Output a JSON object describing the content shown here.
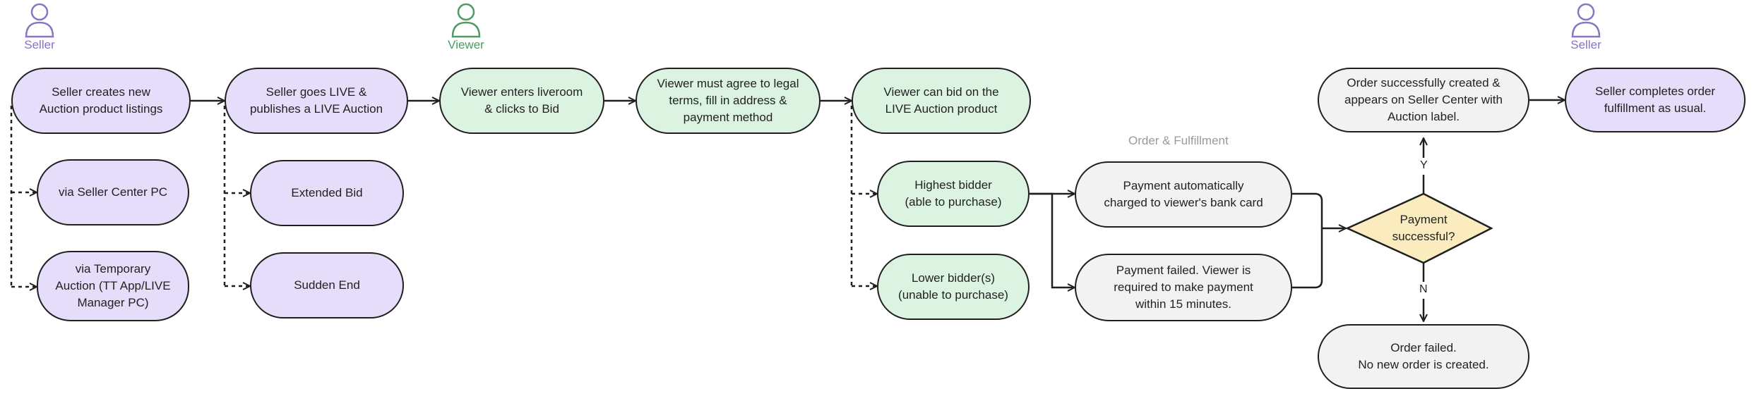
{
  "actors": {
    "seller_left": "Seller",
    "viewer": "Viewer",
    "seller_right": "Seller"
  },
  "section_label": "Order & Fulfillment",
  "nodes": {
    "seller_creates": "Seller creates new\nAuction product listings",
    "via_seller_center": "via Seller Center PC",
    "via_temporary": "via Temporary\nAuction (TT App/LIVE\nManager PC)",
    "seller_goes_live": "Seller goes LIVE &\npublishes a LIVE Auction",
    "extended_bid": "Extended Bid",
    "sudden_end": "Sudden End",
    "viewer_enters": "Viewer enters liveroom\n& clicks to Bid",
    "viewer_agree": "Viewer must agree to legal\nterms, fill in address &\npayment method",
    "viewer_bid": "Viewer can bid on the\nLIVE Auction product",
    "highest_bidder": "Highest bidder\n(able to purchase)",
    "lower_bidder": "Lower bidder(s)\n(unable to purchase)",
    "payment_auto": "Payment automatically\ncharged to viewer's bank card",
    "payment_failed": "Payment failed. Viewer is\nrequired to make payment\nwithin 15 minutes.",
    "decision": "Payment\nsuccessful?",
    "order_success": "Order successfully created &\nappears on Seller Center with\nAuction label.",
    "order_failed": "Order failed.\nNo new order is created.",
    "seller_completes": "Seller completes order\nfulfillment as usual."
  },
  "decision_labels": {
    "yes": "Y",
    "no": "N"
  },
  "colors": {
    "seller_fill": "#e6ddfa",
    "viewer_fill": "#dcf3e2",
    "neutral_fill": "#f2f2f2",
    "decision_fill": "#fbecc0",
    "seller_icon": "#8a74c4",
    "viewer_icon": "#4e9a60",
    "line": "#1f1f1f"
  }
}
